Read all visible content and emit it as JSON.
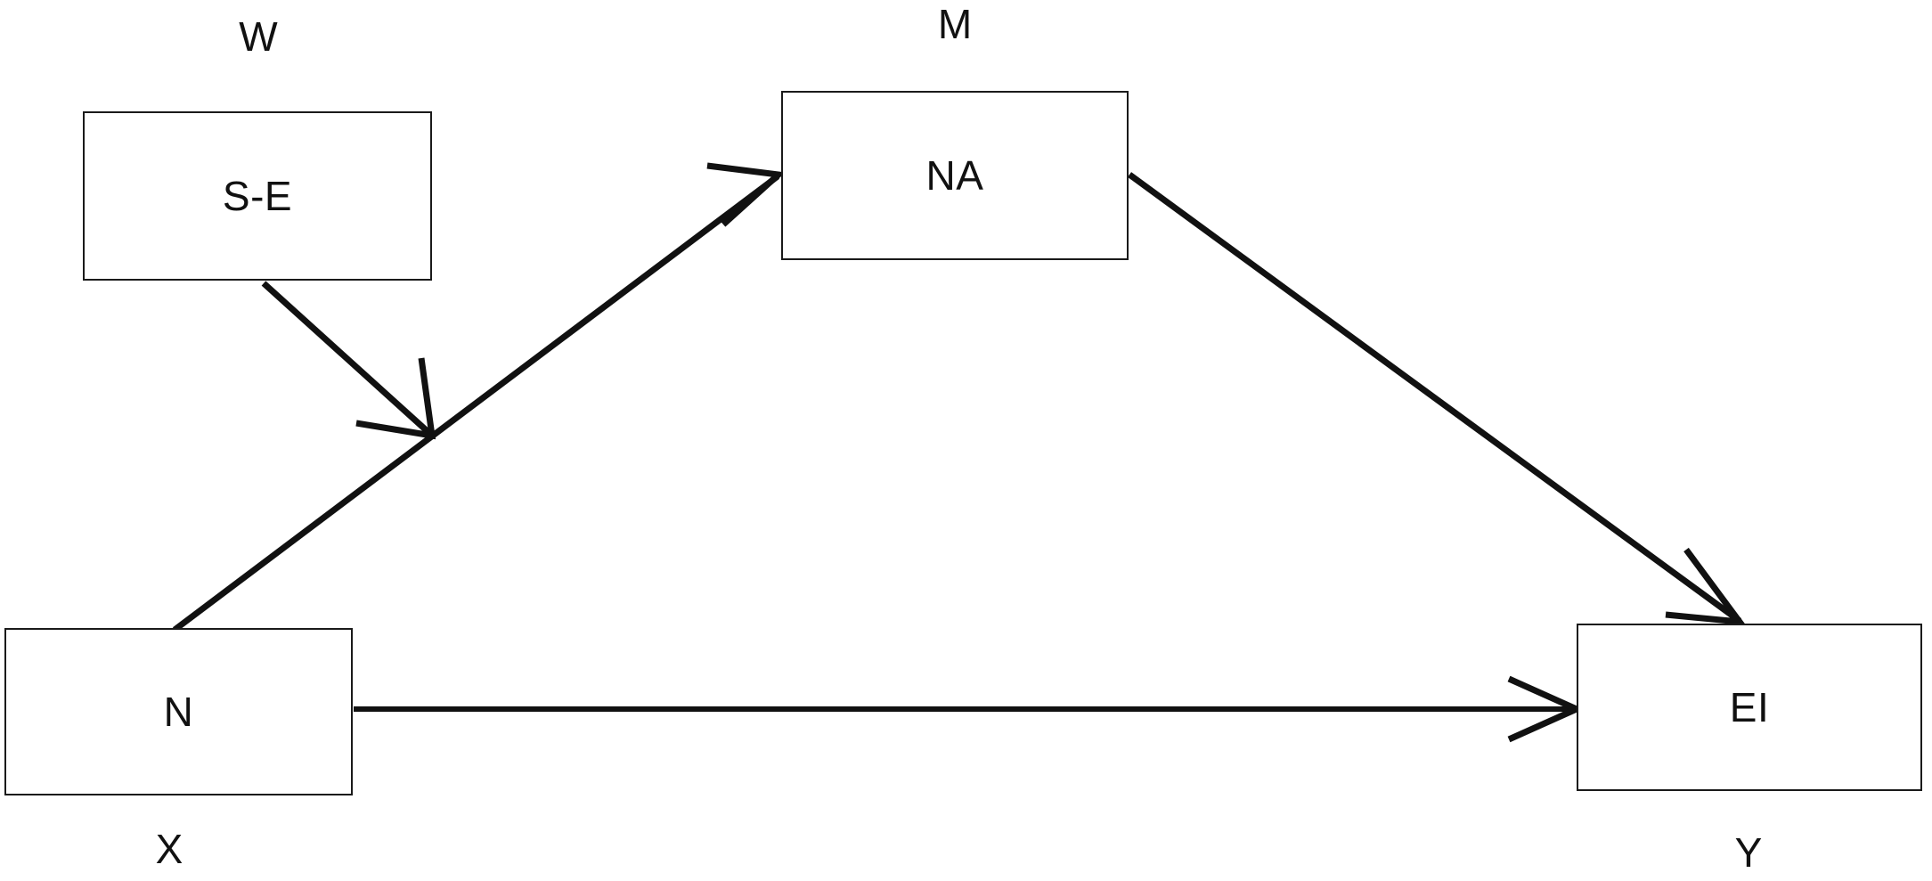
{
  "diagram": {
    "type": "moderated-mediation-path-diagram",
    "background_color": "#ffffff",
    "line_color": "#111111",
    "box_border_color": "#1a1a1a",
    "nodes": [
      {
        "id": "se",
        "label": "S-E",
        "role": "W"
      },
      {
        "id": "na",
        "label": "NA",
        "role": "M"
      },
      {
        "id": "n",
        "label": "N",
        "role": "X"
      },
      {
        "id": "ei",
        "label": "EI",
        "role": "Y"
      }
    ],
    "role_labels": {
      "w": "W",
      "m": "M",
      "x": "X",
      "y": "Y"
    },
    "edges": [
      {
        "id": "n-to-na",
        "from": "n",
        "to": "na",
        "style": "solid",
        "arrow": "open"
      },
      {
        "id": "na-to-ei",
        "from": "na",
        "to": "ei",
        "style": "solid",
        "arrow": "open"
      },
      {
        "id": "n-to-ei",
        "from": "n",
        "to": "ei",
        "style": "solid",
        "arrow": "open"
      },
      {
        "id": "se-to-path",
        "from": "se",
        "to": "n-to-na",
        "style": "solid",
        "arrow": "open",
        "note": "moderation"
      }
    ]
  }
}
